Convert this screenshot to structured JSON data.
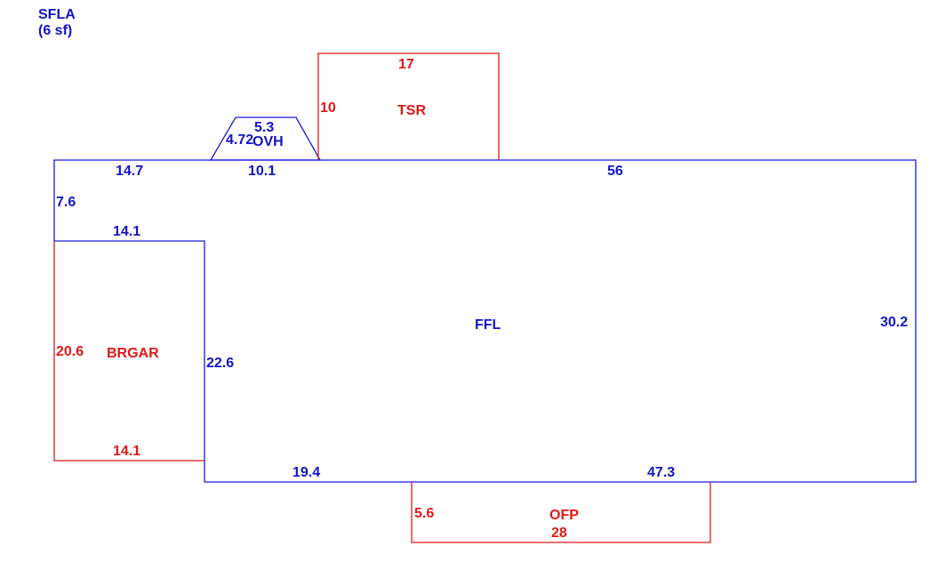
{
  "header": {
    "title": "SFLA",
    "area": "(6 sf)"
  },
  "colors": {
    "living_area": "#1414c8",
    "other_area": "#e01818"
  },
  "areas": {
    "ffl": {
      "label": "FFL",
      "dims": {
        "top_left": "14.7",
        "left_upper": "7.6",
        "notch_top": "14.1",
        "left_lower": "22.6",
        "bottom_left": "19.4",
        "bottom_right": "47.3",
        "right": "30.2",
        "top_right": "56"
      }
    },
    "ovh": {
      "label": "OVH",
      "dims": {
        "top": "5.3",
        "side": "4.72",
        "base": "10.1"
      }
    },
    "tsr": {
      "label": "TSR",
      "dims": {
        "top": "17",
        "side": "10"
      }
    },
    "brgar": {
      "label": "BRGAR",
      "dims": {
        "side": "20.6",
        "bottom": "14.1"
      }
    },
    "ofp": {
      "label": "OFP",
      "dims": {
        "side": "5.6",
        "bottom": "28"
      }
    }
  }
}
